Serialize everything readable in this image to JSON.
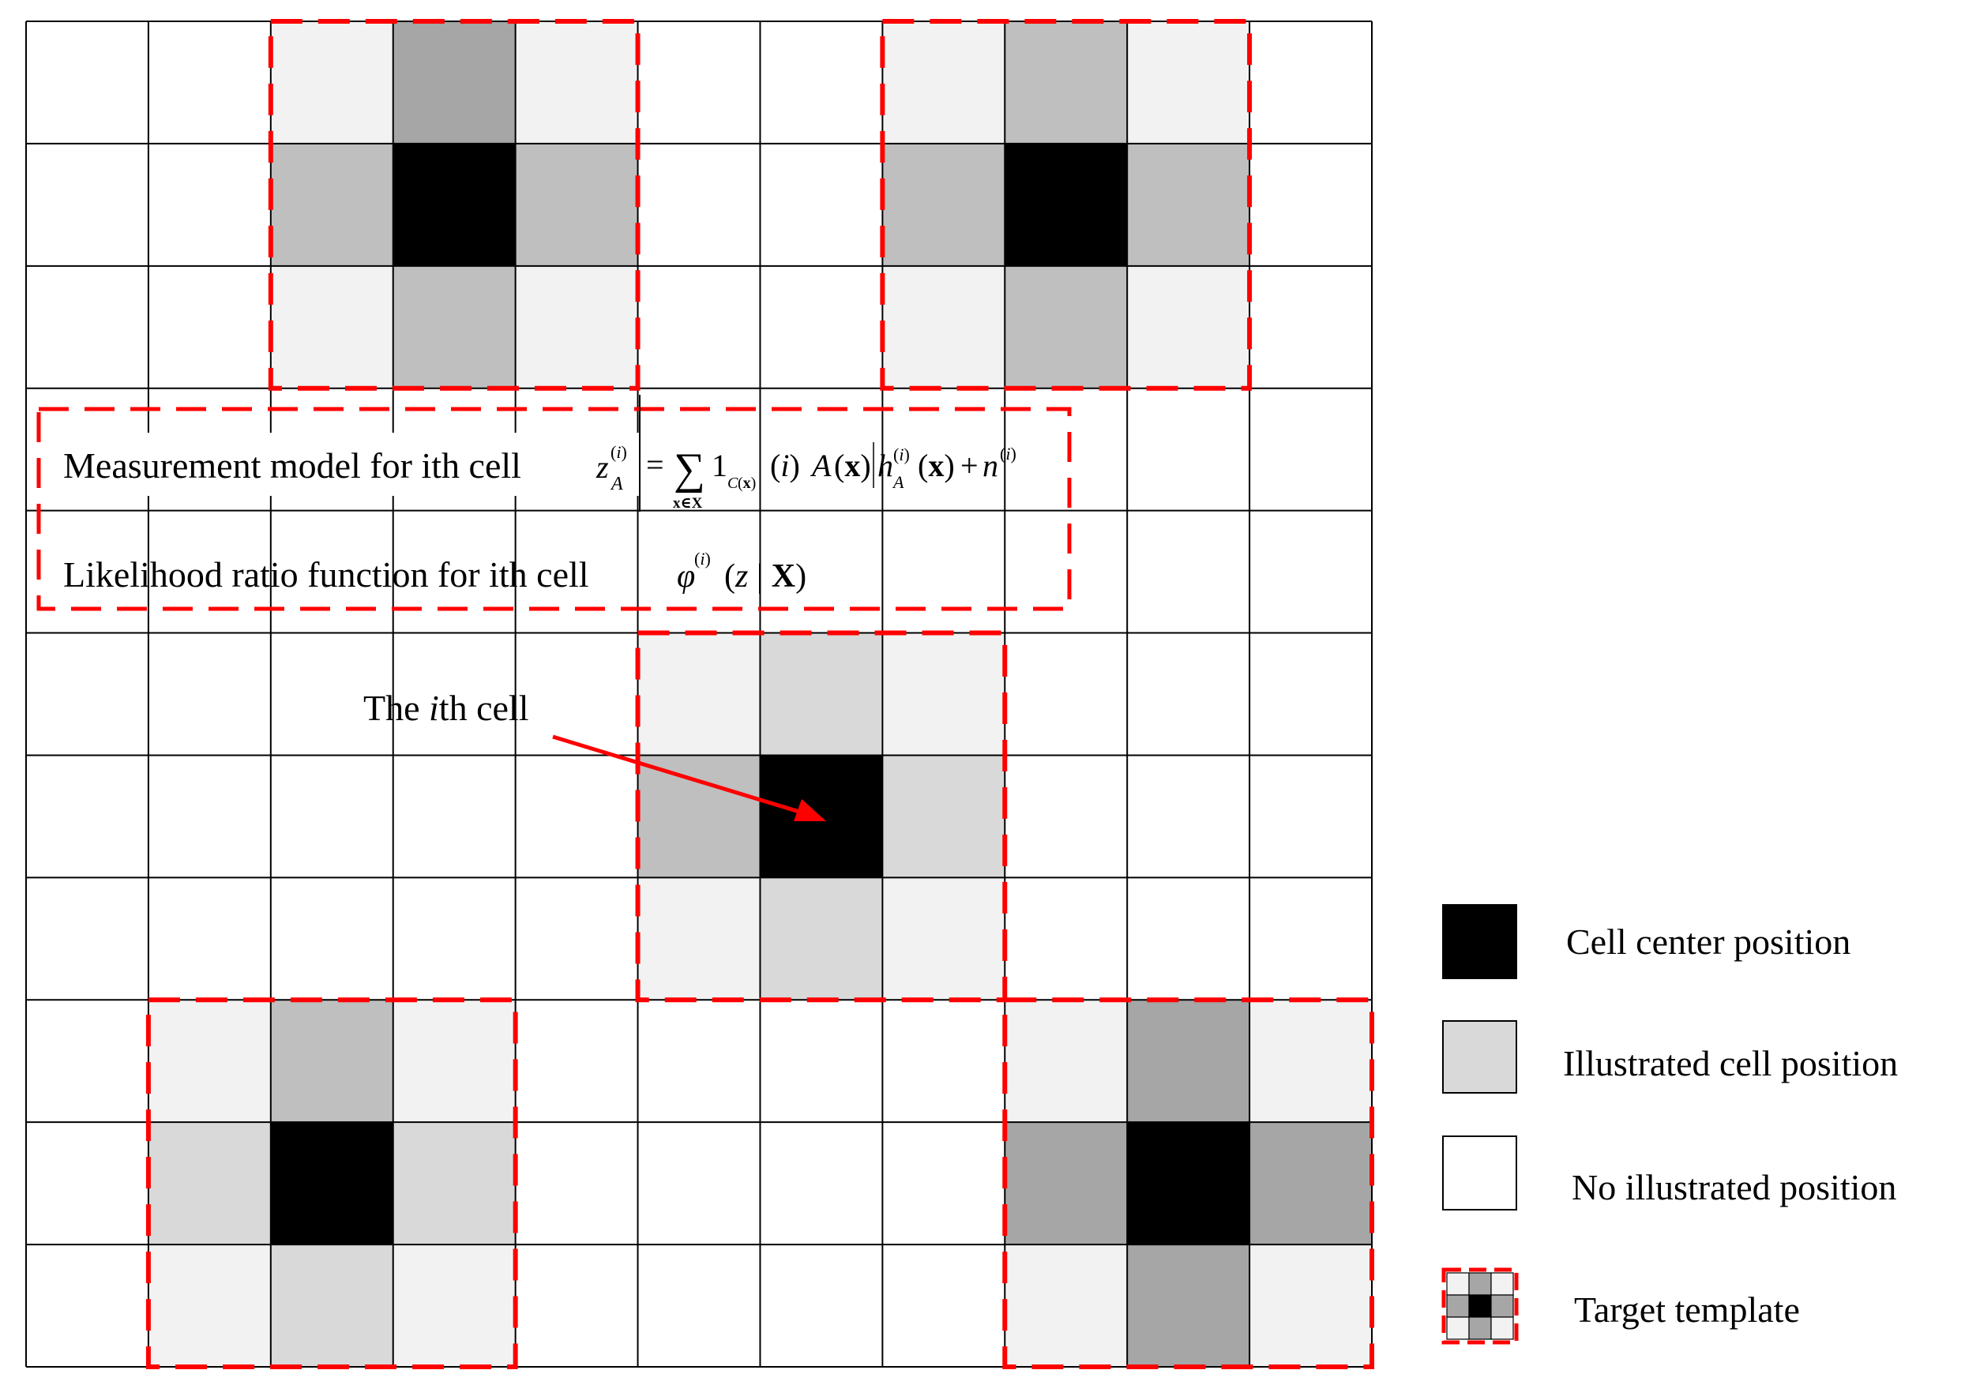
{
  "colors": {
    "center": "#000000",
    "illustrated": "#d9d9d9",
    "dark_neighbor": "#a6a6a6",
    "mid_neighbor": "#bfbfbf",
    "light": "#f2f2f2",
    "none": "#ffffff",
    "grid_line": "#000000",
    "template_border": "#ff0000",
    "arrow": "#ff0000"
  },
  "grid": {
    "rows": 11,
    "cols": 11
  },
  "templates": [
    {
      "center": [
        1,
        3
      ],
      "up": "dark_neighbor",
      "down": "mid_neighbor",
      "left": "mid_neighbor",
      "right": "mid_neighbor",
      "corner": "light"
    },
    {
      "center": [
        1,
        8
      ],
      "up": "mid_neighbor",
      "down": "mid_neighbor",
      "left": "mid_neighbor",
      "right": "mid_neighbor",
      "corner": "light"
    },
    {
      "center": [
        6,
        6
      ],
      "up": "illustrated",
      "down": "illustrated",
      "left": "mid_neighbor",
      "right": "illustrated",
      "corner": "light"
    },
    {
      "center": [
        9,
        2
      ],
      "up": "mid_neighbor",
      "down": "illustrated",
      "left": "illustrated",
      "right": "illustrated",
      "corner": "light"
    },
    {
      "center": [
        9,
        9
      ],
      "up": "dark_neighbor",
      "down": "dark_neighbor",
      "left": "dark_neighbor",
      "right": "dark_neighbor",
      "corner": "light"
    }
  ],
  "model_box": {
    "measurement_label": "Measurement model for ith cell",
    "likelihood_label": "Likelihood ratio function for ith cell"
  },
  "annotation": {
    "prefix": "The ",
    "italic": "i",
    "suffix": "th cell"
  },
  "legend": {
    "items": [
      {
        "label": "Cell center position",
        "swatch": "center"
      },
      {
        "label": "Illustrated cell position",
        "swatch": "illustrated"
      },
      {
        "label": "No illustrated position",
        "swatch": "none"
      },
      {
        "label": "Target template",
        "swatch": "template"
      }
    ]
  }
}
